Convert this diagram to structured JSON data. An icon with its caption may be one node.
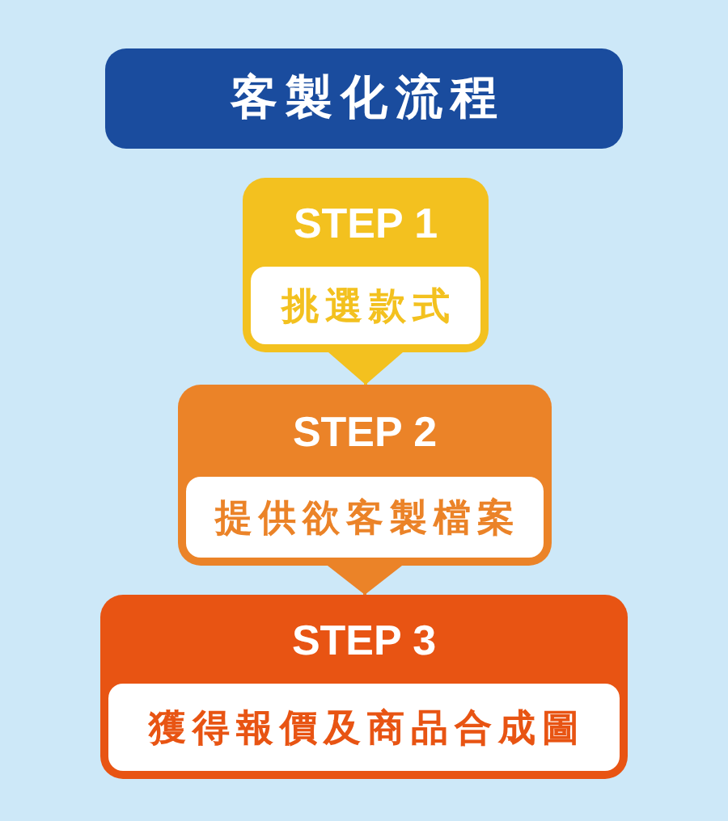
{
  "diagram": {
    "title": "客製化流程",
    "nodes": [
      {
        "text": [
          "STEP 1",
          "挑選款式"
        ]
      },
      {
        "text": [
          "STEP 2",
          "提供欲客製檔案"
        ]
      },
      {
        "text": [
          "STEP 3",
          "獲得報價及商品合成圖"
        ]
      }
    ],
    "edges": [
      {
        "from": 0,
        "to": 1,
        "arrow": "to"
      },
      {
        "from": 1,
        "to": 2,
        "arrow": "to"
      }
    ]
  }
}
